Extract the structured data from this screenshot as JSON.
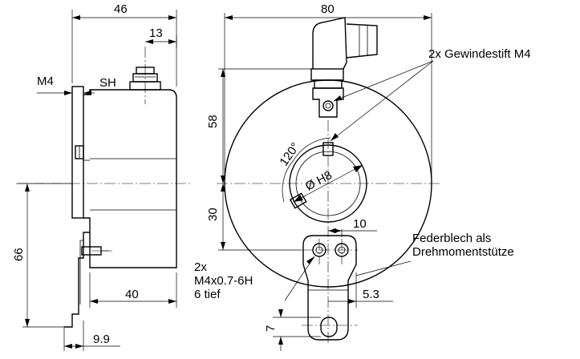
{
  "dimensions": {
    "width_46": "46",
    "offset_13": "13",
    "width_80": "80",
    "height_58": "58",
    "height_30": "30",
    "spacing_10": "10",
    "height_66": "66",
    "width_40": "40",
    "offset_9_9": "9.9",
    "offset_5_3": "5.3",
    "height_7": "7",
    "angle_120": "120°",
    "bore_dia": "Ø H8"
  },
  "labels": {
    "thread_m4": "M4",
    "connector_sh": "SH",
    "set_screws": "2x Gewindestift M4",
    "spring_line1": "Federblech als",
    "spring_line2": "Drehmomentstütze",
    "hole_line1": "2x",
    "hole_line2": "M4x0.7-6H",
    "hole_line3": "6 tief"
  }
}
